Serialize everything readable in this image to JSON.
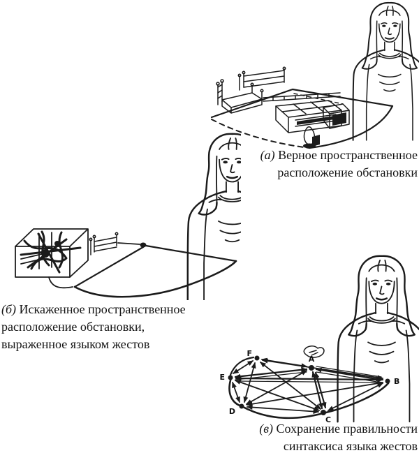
{
  "page": {
    "background": "#ffffff",
    "ink_color": "#1b1b1b"
  },
  "captions": {
    "a": {
      "marker": "(а)",
      "lines": [
        "Верное пространственное",
        "расположение обстановки"
      ]
    },
    "b": {
      "marker": "(б)",
      "lines": [
        "Искаженное пространственное",
        "расположение обстановки,",
        "выраженное языком жестов"
      ]
    },
    "v": {
      "marker": "(в)",
      "lines": [
        "Сохранение правильности",
        "синтаксиса языка жестов"
      ]
    }
  },
  "illustrations": {
    "a": {
      "alt": "женщина за жестовой плоскостью с расставленной мебелью"
    },
    "b": {
      "alt": "женщина; мебель стянута в одну точку жестового пространства"
    },
    "v": {
      "alt": "женщина и схема связей точек жестового пространства"
    }
  },
  "diagram": {
    "type": "graph",
    "nodes": [
      {
        "label": "A"
      },
      {
        "label": "B"
      },
      {
        "label": "C"
      },
      {
        "label": "D"
      },
      {
        "label": "E"
      },
      {
        "label": "F"
      }
    ],
    "edges": [
      [
        "A",
        "B"
      ],
      [
        "A",
        "C"
      ],
      [
        "A",
        "D"
      ],
      [
        "A",
        "E"
      ],
      [
        "A",
        "F"
      ],
      [
        "B",
        "C"
      ],
      [
        "B",
        "D"
      ],
      [
        "B",
        "E"
      ],
      [
        "B",
        "F"
      ],
      [
        "C",
        "D"
      ],
      [
        "C",
        "E"
      ],
      [
        "C",
        "F"
      ],
      [
        "D",
        "E"
      ],
      [
        "D",
        "F"
      ],
      [
        "E",
        "F"
      ]
    ],
    "arrows": "bidirectional"
  }
}
